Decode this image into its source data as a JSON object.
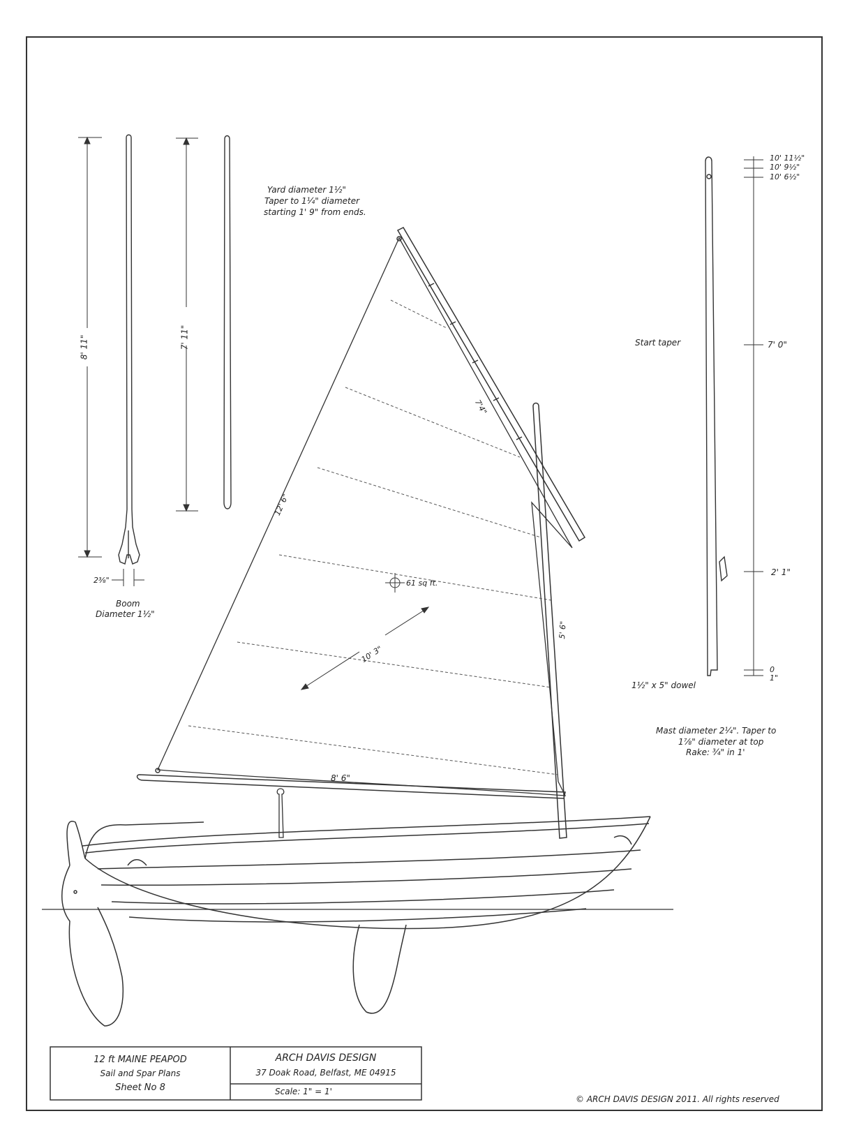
{
  "boom_notes": {
    "dim_length": "8' 11\"",
    "dim_width": "2⅜\"",
    "label_line1": "Boom",
    "label_line2": "Diameter 1½\""
  },
  "yard_notes": {
    "dim_length": "7' 11\"",
    "line1": "Yard diameter 1½\"",
    "line2": "Taper to 1¼\" diameter",
    "line3": "starting 1' 9\" from ends."
  },
  "sail": {
    "luff_dim": "7'4\"",
    "leech_dim": "12' 6\"",
    "diagonal_dim": "10' 3\"",
    "foot_dim": "8' 6\"",
    "mast_dim": "5' 6\"",
    "area_label": "61 sq ft."
  },
  "mast_notes": {
    "dim_top1": "10' 11½\"",
    "dim_top2": "10' 9½\"",
    "dim_top3": "10' 6½\"",
    "start_taper": "Start taper",
    "dim_70": "7' 0\"",
    "dim_21": "2' 1\"",
    "dim_0": "0",
    "dim_1": "1\"",
    "dowel": "1½\" x 5\" dowel",
    "spec_line1": "Mast diameter 2¼\". Taper to",
    "spec_line2": "1⅞\" diameter at top",
    "spec_line3": "Rake: ¾\" in 1'"
  },
  "title_block": {
    "boat_name": "12 ft MAINE PEAPOD",
    "subtitle": "Sail and Spar Plans",
    "sheet": "Sheet No 8",
    "designer": "ARCH DAVIS DESIGN",
    "address": "37 Doak Road, Belfast, ME 04915",
    "scale": "Scale: 1\" = 1'"
  },
  "copyright": "© ARCH DAVIS DESIGN 2011. All rights reserved"
}
